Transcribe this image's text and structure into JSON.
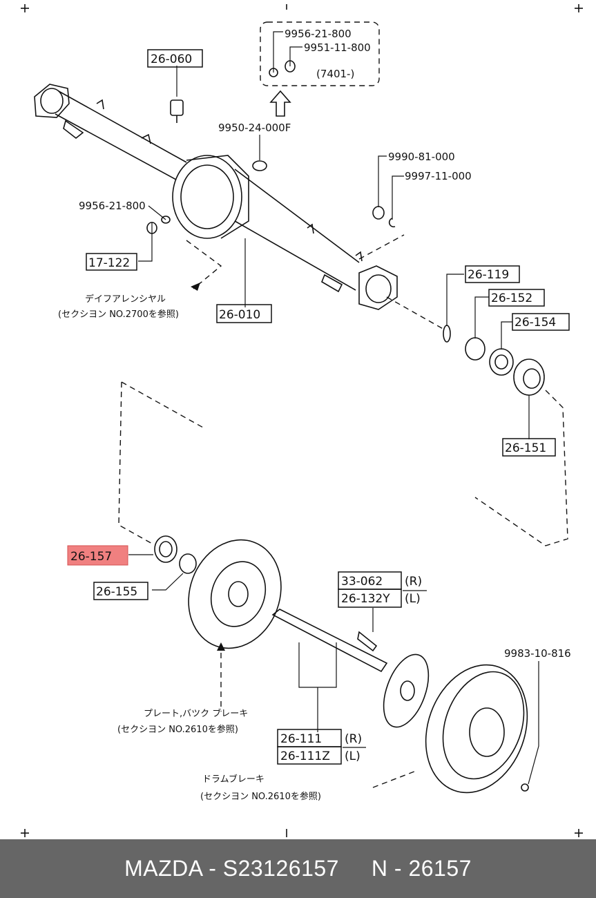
{
  "colors": {
    "highlight": "#f08080",
    "footer_bg": "#666666",
    "ink": "#111111"
  },
  "labels": {
    "p26060": "26-060",
    "p995621800a": "9956-21-800",
    "p995111800": "9951-11-800",
    "p7401": "(7401-)",
    "p995024000f": "9950-24-000F",
    "p995081000": "9990-81-000",
    "p999711000": "9997-11-000",
    "p995621800b": "9956-21-800",
    "p17122": "17-122",
    "p26010": "26-010",
    "p26119": "26-119",
    "p26152": "26-152",
    "p26154": "26-154",
    "p26151": "26-151",
    "p26157": "26-157",
    "p26155": "26-155",
    "p33062": "33-062",
    "r1": "(R)",
    "p26132y": "26-132Y",
    "l1": "(L)",
    "p998310816": "9983-10-816",
    "p26111": "26-111",
    "r2": "(R)",
    "p26111z": "26-111Z",
    "l2": "(L)"
  },
  "notes": {
    "diff_line1": "デイフアレンシヤル",
    "diff_line2": "(セクシヨン NO.2700を参照)",
    "plate_line1": "プレート,バツク ブレーキ",
    "plate_line2": "(セクシヨン NO.2610を参照)",
    "drum_line1": "ドラムブレーキ",
    "drum_line2": "(セクシヨン NO.2610を参照)"
  },
  "footer": {
    "text": "MAZDA - S23126157     N - 26157"
  }
}
